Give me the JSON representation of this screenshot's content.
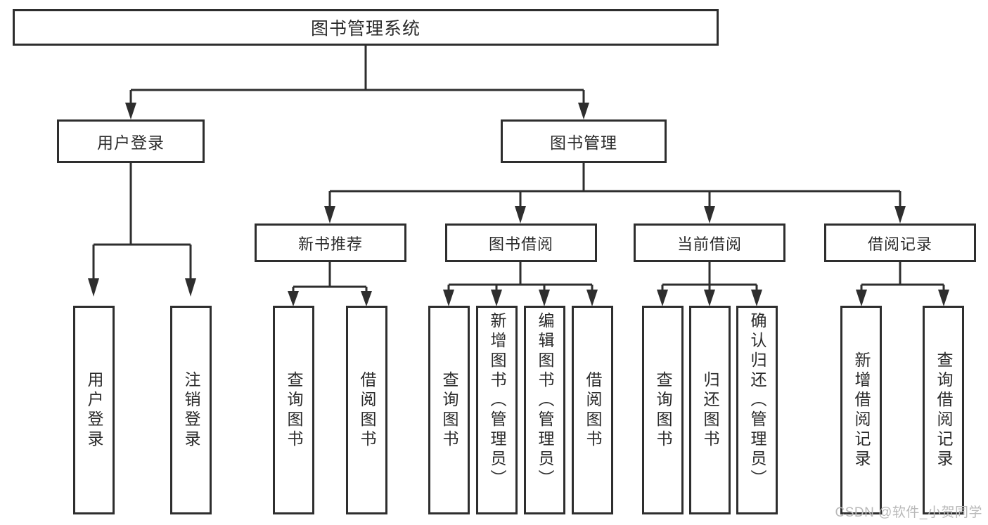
{
  "diagram": {
    "type": "tree",
    "title": "图书管理系统",
    "stroke_color": "#2e2e2e",
    "background_color": "#ffffff",
    "text_color": "#2b2b2b",
    "root": {
      "label": "图书管理系统"
    },
    "level2": [
      {
        "label": "用户登录"
      },
      {
        "label": "图书管理"
      }
    ],
    "level3": [
      {
        "label": "新书推荐"
      },
      {
        "label": "图书借阅"
      },
      {
        "label": "当前借阅"
      },
      {
        "label": "借阅记录"
      }
    ],
    "leaves": [
      {
        "label": "用户登录",
        "parent": "用户登录"
      },
      {
        "label": "注销登录",
        "parent": "用户登录"
      },
      {
        "label": "查询图书",
        "parent": "新书推荐"
      },
      {
        "label": "借阅图书",
        "parent": "新书推荐"
      },
      {
        "label": "查询图书",
        "parent": "图书借阅"
      },
      {
        "label": "新增图书（管理员）",
        "parent": "图书借阅"
      },
      {
        "label": "编辑图书（管理员）",
        "parent": "图书借阅"
      },
      {
        "label": "借阅图书",
        "parent": "图书借阅"
      },
      {
        "label": "查询图书",
        "parent": "当前借阅"
      },
      {
        "label": "归还图书",
        "parent": "当前借阅"
      },
      {
        "label": "确认归还（管理员）",
        "parent": "当前借阅"
      },
      {
        "label": "新增借阅记录",
        "parent": "借阅记录"
      },
      {
        "label": "查询借阅记录",
        "parent": "借阅记录"
      }
    ]
  },
  "watermark": {
    "text": "CSDN @软件_小贺同学"
  }
}
